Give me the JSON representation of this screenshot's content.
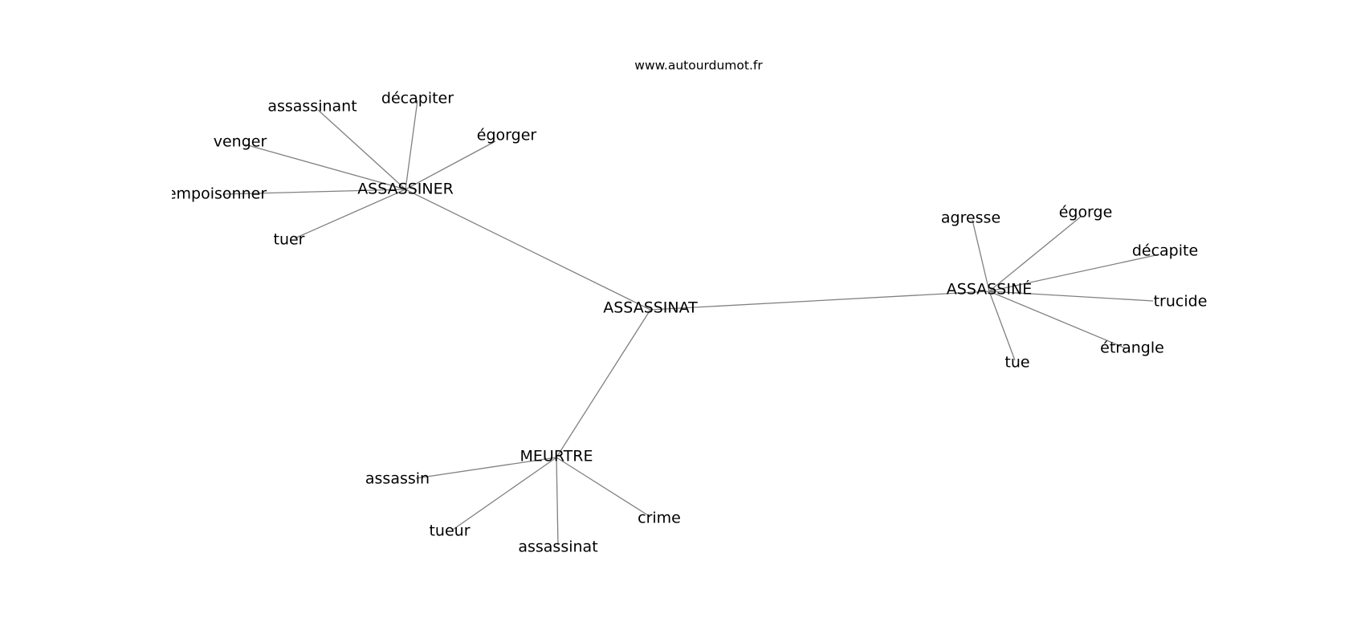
{
  "site_label": "www.autourdumot.fr",
  "nodes": [
    {
      "id": "assassinat_center",
      "label": "ASSASSINAT"
    },
    {
      "id": "assassiner",
      "label": "ASSASSINER"
    },
    {
      "id": "assassine_hub",
      "label": "ASSASSINÉ"
    },
    {
      "id": "meurtre",
      "label": "MEURTRE"
    },
    {
      "id": "assassinant",
      "label": "assassinant"
    },
    {
      "id": "decapiter",
      "label": "décapiter"
    },
    {
      "id": "egorger",
      "label": "égorger"
    },
    {
      "id": "venger",
      "label": "venger"
    },
    {
      "id": "empoisonner",
      "label": "empoisonner"
    },
    {
      "id": "tuer",
      "label": "tuer"
    },
    {
      "id": "agresse",
      "label": "agresse"
    },
    {
      "id": "egorge",
      "label": "égorge"
    },
    {
      "id": "decapite",
      "label": "décapite"
    },
    {
      "id": "trucide",
      "label": "trucide"
    },
    {
      "id": "etrangle",
      "label": "étrangle"
    },
    {
      "id": "tue",
      "label": "tue"
    },
    {
      "id": "assassin",
      "label": "assassin"
    },
    {
      "id": "tueur",
      "label": "tueur"
    },
    {
      "id": "assassinat_leaf",
      "label": "assassinat"
    },
    {
      "id": "crime",
      "label": "crime"
    }
  ],
  "edges": [
    [
      "assassinat_center",
      "assassiner"
    ],
    [
      "assassinat_center",
      "assassine_hub"
    ],
    [
      "assassinat_center",
      "meurtre"
    ],
    [
      "assassiner",
      "assassinant"
    ],
    [
      "assassiner",
      "decapiter"
    ],
    [
      "assassiner",
      "egorger"
    ],
    [
      "assassiner",
      "venger"
    ],
    [
      "assassiner",
      "empoisonner"
    ],
    [
      "assassiner",
      "tuer"
    ],
    [
      "assassine_hub",
      "agresse"
    ],
    [
      "assassine_hub",
      "egorge"
    ],
    [
      "assassine_hub",
      "decapite"
    ],
    [
      "assassine_hub",
      "trucide"
    ],
    [
      "assassine_hub",
      "etrangle"
    ],
    [
      "assassine_hub",
      "tue"
    ],
    [
      "meurtre",
      "assassin"
    ],
    [
      "meurtre",
      "tueur"
    ],
    [
      "meurtre",
      "assassinat_leaf"
    ],
    [
      "meurtre",
      "crime"
    ]
  ]
}
